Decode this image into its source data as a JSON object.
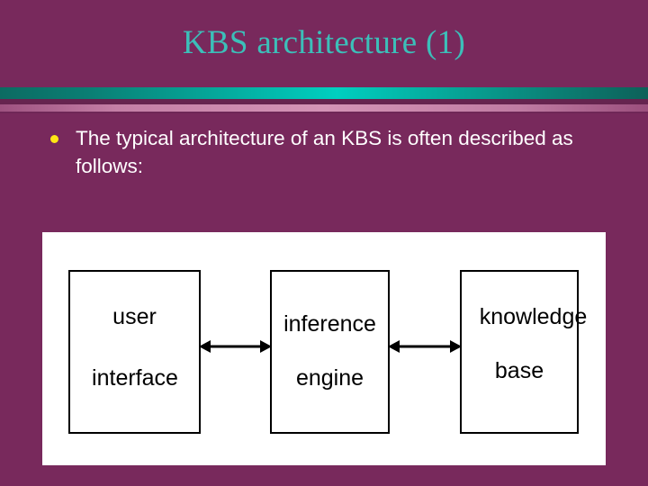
{
  "slide": {
    "title": "KBS architecture (1)",
    "background_color": "#78295c",
    "title_color": "#3cbfb9",
    "bullet_color": "#ffe615",
    "body_text_color": "#ffffff"
  },
  "body": {
    "bullet_marker": "bullet-dot",
    "bullet_text": "The typical architecture of an KBS is often described as follows:"
  },
  "diagram": {
    "panel_color": "#ffffff",
    "box_border_color": "#000000",
    "boxes": [
      {
        "id": "user-interface",
        "line1": "user",
        "line2": "interface"
      },
      {
        "id": "inference",
        "line1": "inference",
        "line2": "engine"
      },
      {
        "id": "knowledge",
        "line1": "knowledge",
        "line2": "base"
      }
    ],
    "connectors": [
      {
        "id": "ui-inference",
        "from": "user interface",
        "to": "inference engine",
        "style": "double-headed-arrow"
      },
      {
        "id": "inference-kb",
        "from": "inference engine",
        "to": "knowledge base",
        "style": "double-headed-arrow"
      }
    ]
  }
}
